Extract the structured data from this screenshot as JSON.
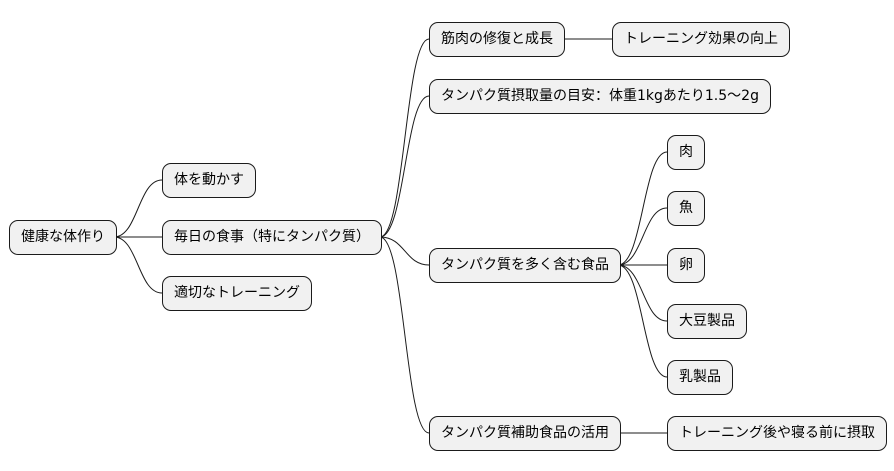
{
  "mindmap": {
    "root": "健康な体作り",
    "level1": [
      "体を動かす",
      "毎日の食事（特にタンパク質）",
      "適切なトレーニング"
    ],
    "protein": {
      "muscle_repair": "筋肉の修復と成長",
      "muscle_repair_detail": "トレーニング効果の向上",
      "intake_guideline": "タンパク質摂取量の目安：体重1kgあたり1.5〜2g",
      "foods": "タンパク質を多く含む食品",
      "food_items": [
        "肉",
        "魚",
        "卵",
        "大豆製品",
        "乳製品"
      ],
      "supplements": "タンパク質補助食品の活用",
      "supplements_detail": "トレーニング後や寝る前に摂取"
    }
  },
  "colors": {
    "node_fill": "#f1f1f1",
    "node_border": "#1b1b1b",
    "edge": "#1b1b1b"
  }
}
